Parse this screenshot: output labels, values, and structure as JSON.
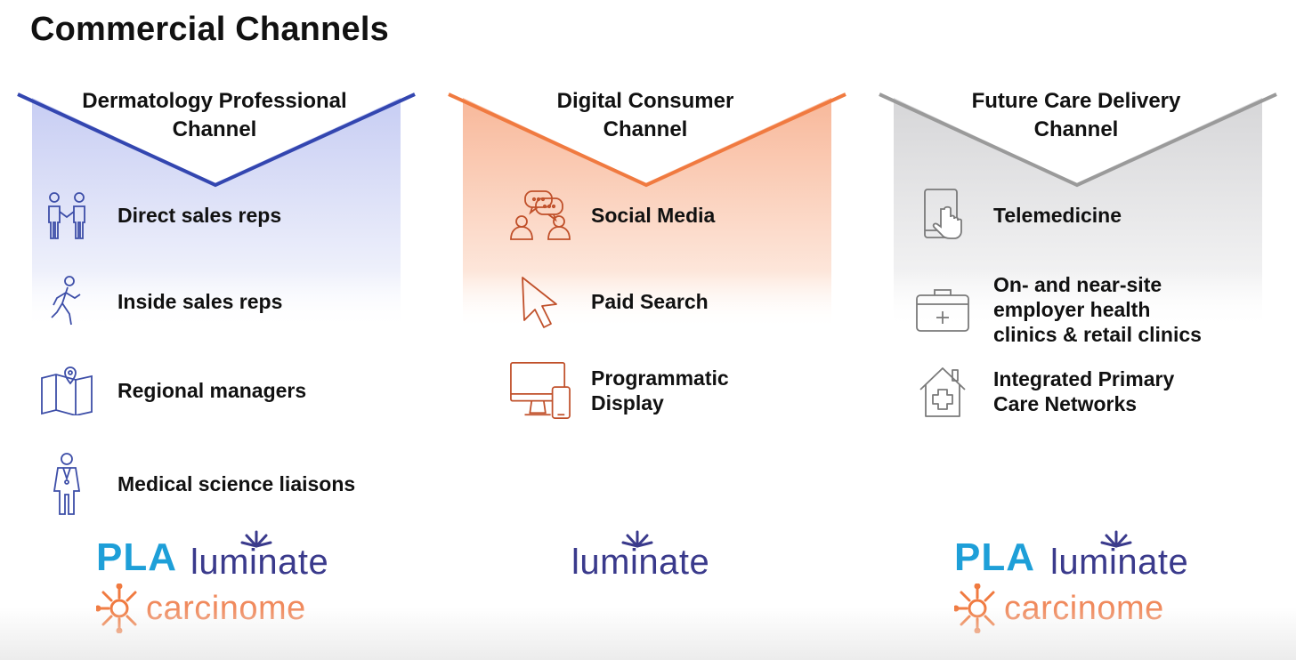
{
  "title": "Commercial Channels",
  "colors": {
    "blue": "#3346b0",
    "orange": "#f07a40",
    "gray": "#9a9a9a",
    "pla": "#1e9fd8",
    "luminate": "#3a3a8c",
    "carcinome": "#f08a5d"
  },
  "columns": [
    {
      "heading_line1": "Dermatology Professional",
      "heading_line2": "Channel",
      "items": [
        {
          "icon": "handshake-people-icon",
          "label": "Direct sales reps"
        },
        {
          "icon": "walking-person-icon",
          "label": "Inside sales reps"
        },
        {
          "icon": "map-pin-icon",
          "label": "Regional managers"
        },
        {
          "icon": "doctor-icon",
          "label": "Medical science liaisons"
        }
      ],
      "logos": {
        "pla": "PLA",
        "luminate": "luminate",
        "carcinome": "carcinome"
      }
    },
    {
      "heading_line1": "Digital Consumer",
      "heading_line2": "Channel",
      "items": [
        {
          "icon": "chat-people-icon",
          "label": "Social Media"
        },
        {
          "icon": "cursor-icon",
          "label": "Paid Search"
        },
        {
          "icon": "monitor-phone-icon",
          "label_line1": "Programmatic",
          "label_line2": "Display"
        }
      ],
      "logos": {
        "luminate": "luminate"
      }
    },
    {
      "heading_line1": "Future Care Delivery",
      "heading_line2": "Channel",
      "items": [
        {
          "icon": "tablet-touch-icon",
          "label": "Telemedicine"
        },
        {
          "icon": "medical-kit-icon",
          "label_line1": "On- and near-site",
          "label_line2": "employer health",
          "label_line3": "clinics & retail clinics"
        },
        {
          "icon": "house-cross-icon",
          "label_line1": "Integrated Primary",
          "label_line2": "Care Networks"
        }
      ],
      "logos": {
        "pla": "PLA",
        "luminate": "luminate",
        "carcinome": "carcinome"
      }
    }
  ]
}
